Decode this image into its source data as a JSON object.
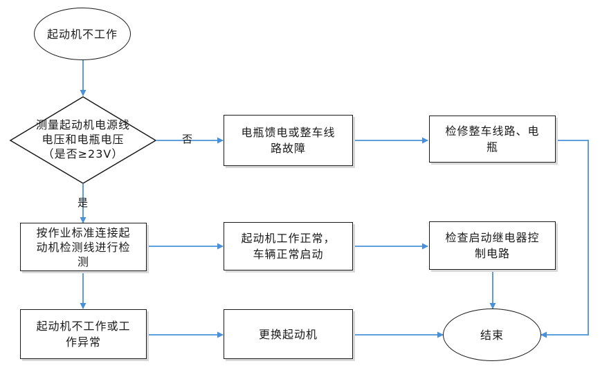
{
  "nodes": {
    "start": "起动机不工作",
    "measure": [
      "测量起动机电源线",
      "电压和电瓶电压",
      "（是否≥23V）"
    ],
    "battery_fault": [
      "电瓶馈电或整车线",
      "路故障"
    ],
    "check_wiring": [
      "检修整车线路、电",
      "瓶"
    ],
    "connect_line": [
      "按作业标准连接起",
      "动机检测线进行检",
      "测"
    ],
    "starter_ok": [
      "起动机工作正常，",
      "车辆正常启动"
    ],
    "check_relay": [
      "检查启动继电器控",
      "制电路"
    ],
    "starter_abnormal": [
      "起动机不工作或工",
      "作异常"
    ],
    "replace": "更换起动机",
    "end": "结束"
  },
  "edge_labels": {
    "no": "否",
    "yes": "是"
  },
  "colors": {
    "arrow": "#4a90d9",
    "border": "#1a1a1a"
  }
}
